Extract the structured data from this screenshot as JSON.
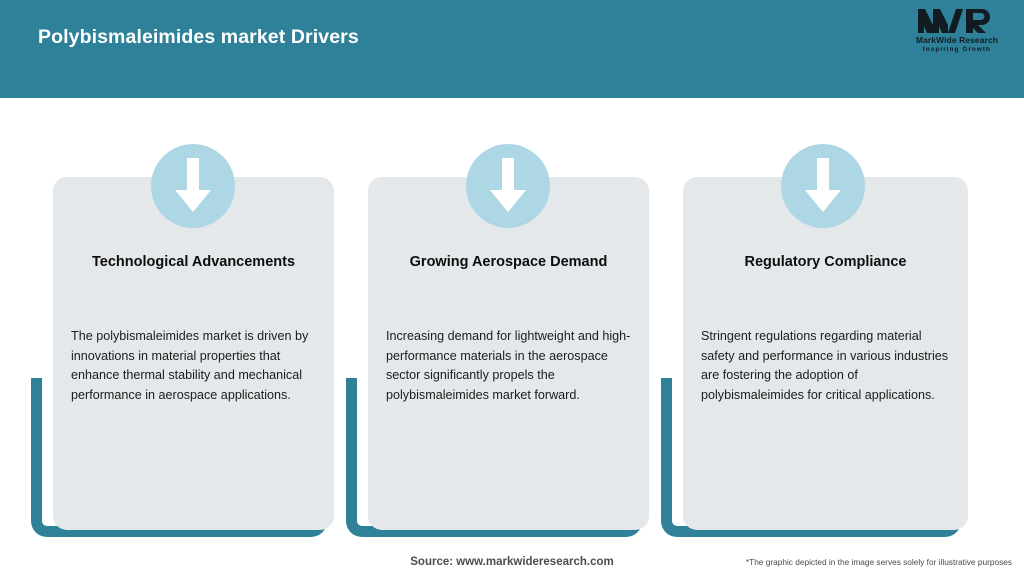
{
  "header": {
    "title": "Polybismaleimides market Drivers",
    "background_color": "#2e8198",
    "title_color": "#ffffff"
  },
  "logo": {
    "mark": "MWR",
    "company_name": "MarkWide Research",
    "tagline": "Inspiring Growth"
  },
  "cards": [
    {
      "icon": "arrow-down-icon",
      "title": "Technological Advancements",
      "body": "The polybismaleimides market is driven by innovations in material properties that enhance thermal stability and mechanical performance in aerospace applications."
    },
    {
      "icon": "arrow-down-icon",
      "title": "Growing Aerospace Demand",
      "body": "Increasing demand for lightweight and high-performance materials in the aerospace sector significantly propels the polybismaleimides market forward."
    },
    {
      "icon": "arrow-down-icon",
      "title": "Regulatory Compliance",
      "body": "Stringent regulations regarding material safety and performance in various industries are fostering the adoption of polybismaleimides for critical applications."
    }
  ],
  "footer": {
    "source": "Source: www.markwideresearch.com",
    "disclaimer": "*The graphic depicted in the image serves solely for illustrative purposes"
  },
  "colors": {
    "accent_teal": "#2e8198",
    "card_grey": "#e4e8ea",
    "icon_blue": "#aed7e6",
    "page_background": "#ffffff"
  }
}
